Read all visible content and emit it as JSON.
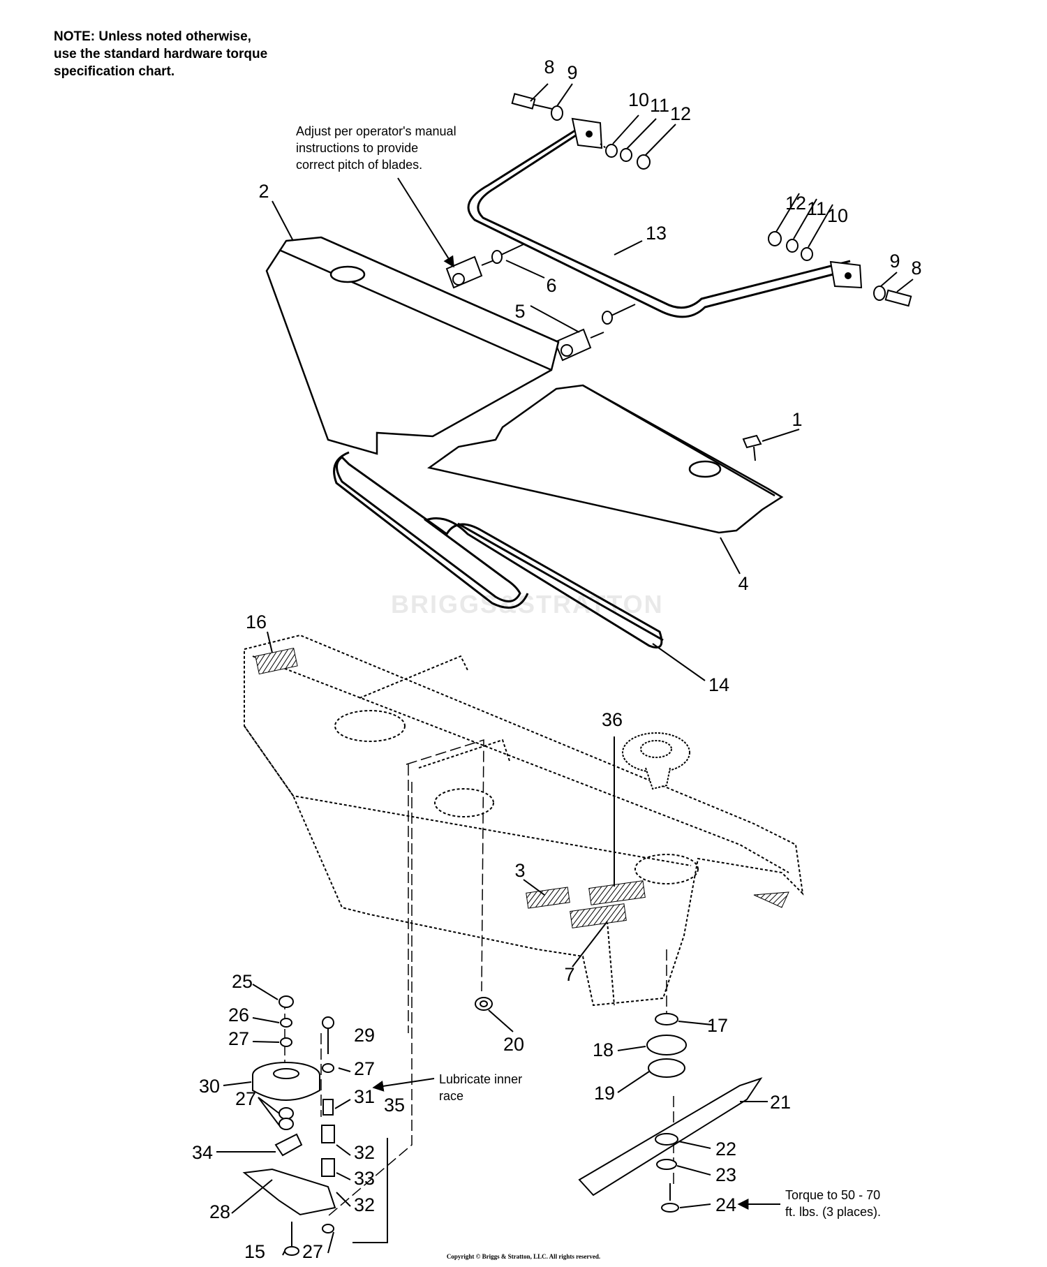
{
  "note": {
    "line1": "NOTE: Unless noted otherwise,",
    "line2": "use the standard hardware torque",
    "line3": "specification chart."
  },
  "callouts": {
    "adjust_line1": "Adjust per operator's manual",
    "adjust_line2": "instructions to provide",
    "adjust_line3": "correct pitch of blades.",
    "lubricate_line1": "Lubricate inner",
    "lubricate_line2": "race",
    "torque_line1": "Torque to 50 - 70",
    "torque_line2": "ft. lbs. (3 places)."
  },
  "watermark": "BRIGGS&STRATTON",
  "copyright": "Copyright © Briggs & Stratton, LLC. All rights reserved.",
  "part_numbers": {
    "p1": "1",
    "p2": "2",
    "p3": "3",
    "p4": "4",
    "p5": "5",
    "p6": "6",
    "p7": "7",
    "p8": "8",
    "p9": "9",
    "p10": "10",
    "p11": "11",
    "p12": "12",
    "p13": "13",
    "p14": "14",
    "p15": "15",
    "p16": "16",
    "p17": "17",
    "p18": "18",
    "p19": "19",
    "p20": "20",
    "p21": "21",
    "p22": "22",
    "p23": "23",
    "p24": "24",
    "p25": "25",
    "p26": "26",
    "p27": "27",
    "p28": "28",
    "p29": "29",
    "p30": "30",
    "p31": "31",
    "p32": "32",
    "p33": "33",
    "p34": "34",
    "p35": "35",
    "p36": "36"
  }
}
